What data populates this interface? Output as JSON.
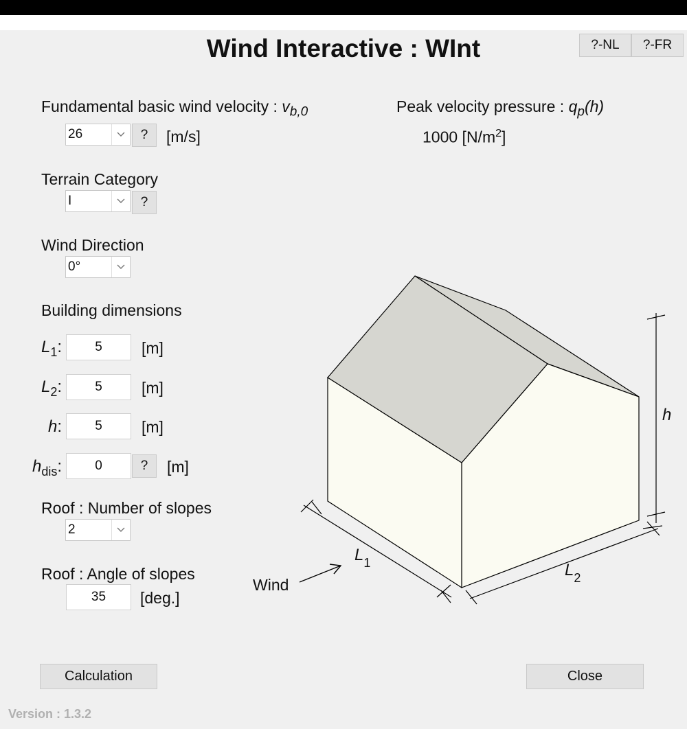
{
  "title": "Wind Interactive : WInt",
  "help_nl": "?-NL",
  "help_fr": "?-FR",
  "wind_velocity": {
    "label": "Fundamental basic wind velocity : ",
    "symbol": "v",
    "subscript": "b,0",
    "value": "26",
    "help": "?",
    "unit": "[m/s]"
  },
  "peak_pressure": {
    "label": "Peak velocity pressure : ",
    "symbol": "q",
    "subscript": "p",
    "suffix": "(h)",
    "value": "1000 [N/m",
    "unit_exp": "2",
    "unit_close": "]"
  },
  "terrain": {
    "label": "Terrain Category",
    "value": "I",
    "help": "?"
  },
  "direction": {
    "label": "Wind Direction",
    "value": "0°"
  },
  "building": {
    "label": "Building dimensions",
    "L1": {
      "symbol": "L",
      "sub": "1",
      "colon": ":",
      "value": "5",
      "unit": "[m]"
    },
    "L2": {
      "symbol": "L",
      "sub": "2",
      "colon": ":",
      "value": "5",
      "unit": "[m]"
    },
    "h": {
      "symbol": "h",
      "colon": ":",
      "value": "5",
      "unit": "[m]"
    },
    "hdis": {
      "symbol": "h",
      "sub": "dis",
      "colon": ":",
      "value": "0",
      "help": "?",
      "unit": "[m]"
    }
  },
  "roof_slopes": {
    "label": "Roof : Number of slopes",
    "value": "2"
  },
  "roof_angle": {
    "label": "Roof : Angle of slopes",
    "value": "35",
    "unit": "[deg.]"
  },
  "diagram": {
    "wind_label": "Wind",
    "L1_symbol": "L",
    "L1_sub": "1",
    "L2_symbol": "L",
    "L2_sub": "2",
    "h_label": "h",
    "roof_color": "#d6d6d0",
    "wall_color": "#fbfbf2"
  },
  "buttons": {
    "calculation": "Calculation",
    "close": "Close"
  },
  "version": "Version : 1.3.2"
}
